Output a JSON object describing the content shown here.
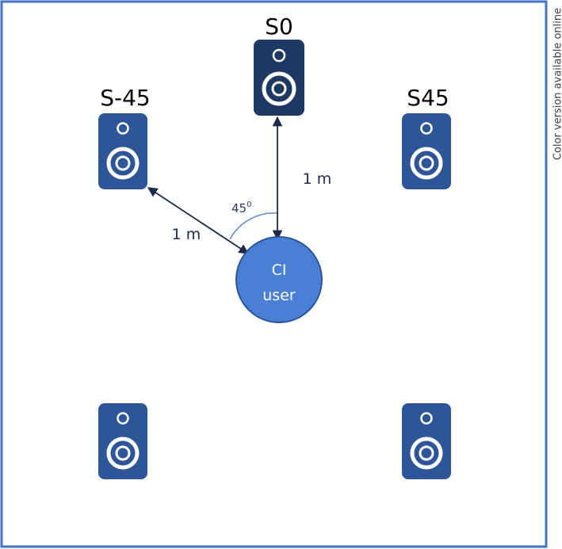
{
  "side_note": "Color version available online",
  "speakers": {
    "s0": {
      "label": "S0"
    },
    "s_minus_45": {
      "label": "S-45"
    },
    "s45": {
      "label": "S45"
    }
  },
  "listener": {
    "line1": "CI",
    "line2": "user"
  },
  "distances": {
    "front": "1 m",
    "side": "1 m"
  },
  "angle": {
    "value": "45",
    "superscript": "0"
  },
  "colors": {
    "frame": "#4472c4",
    "speaker": "#2d5597",
    "speaker_active": "#1f3864",
    "listener_fill": "#4a7fd6",
    "listener_stroke": "#2e5597",
    "arrow": "#1f2a4a",
    "angle_arc": "#5b8bd0"
  }
}
